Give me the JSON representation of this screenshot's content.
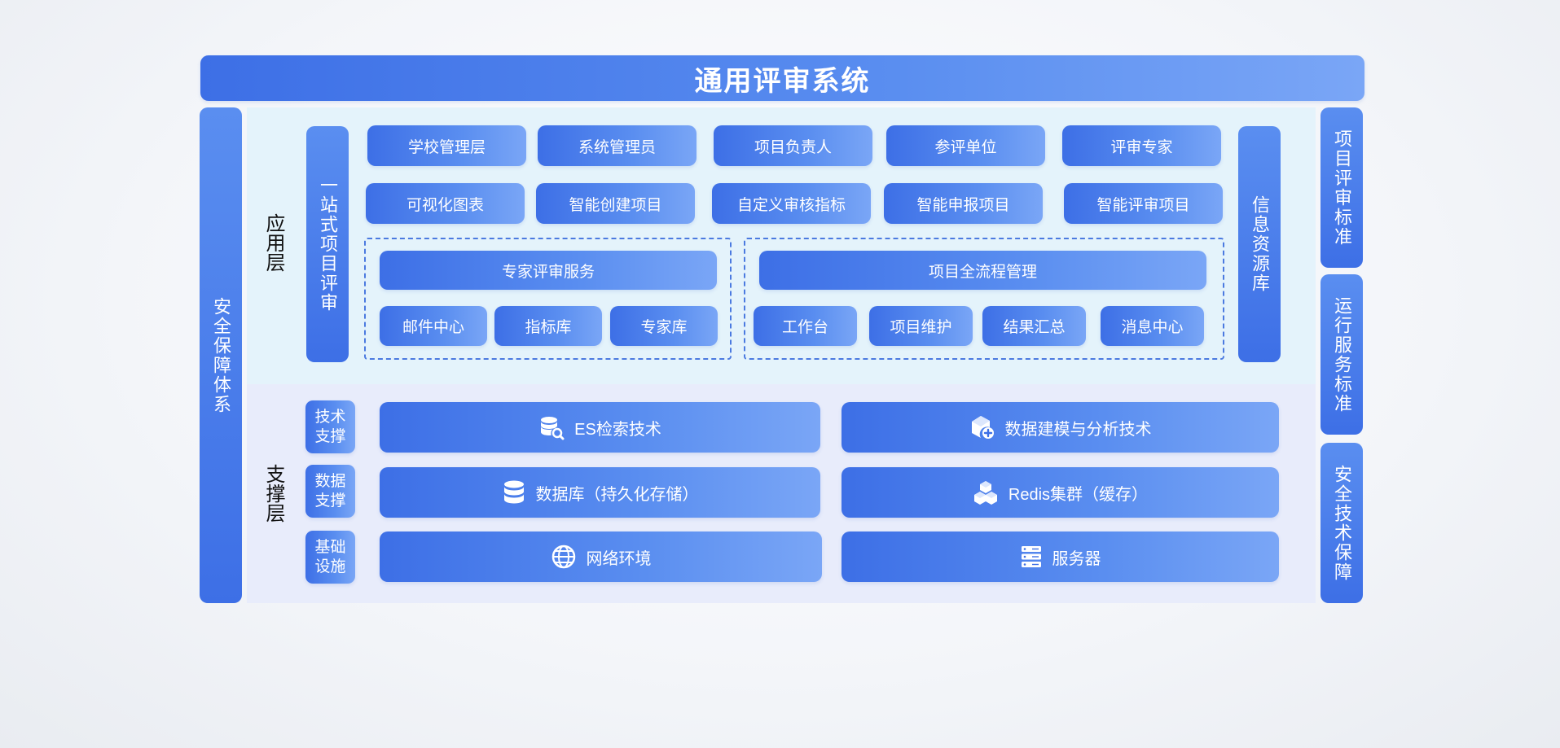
{
  "title": "通用评审系统",
  "left_pillar": "安全保障体系",
  "right_pillars": [
    "项目评审标准",
    "运行服务标准",
    "安全技术保障"
  ],
  "app_layer": {
    "label": "应用层",
    "left_column": "一站式项目评审",
    "right_column": "信息资源库",
    "row1": [
      "学校管理层",
      "系统管理员",
      "项目负责人",
      "参评单位",
      "评审专家"
    ],
    "row2": [
      "可视化图表",
      "智能创建项目",
      "自定义审核指标",
      "智能申报项目",
      "智能评审项目"
    ],
    "expert_group": {
      "title": "专家评审服务",
      "items": [
        "邮件中心",
        "指标库",
        "专家库"
      ]
    },
    "project_group": {
      "title": "项目全流程管理",
      "items": [
        "工作台",
        "项目维护",
        "结果汇总",
        "消息中心"
      ]
    }
  },
  "support_layer": {
    "label": "支撑层",
    "rows": [
      {
        "label": "技术支撑",
        "left": {
          "text": "ES检索技术",
          "icon": "database-search-icon"
        },
        "right": {
          "text": "数据建模与分析技术",
          "icon": "cube-plus-icon"
        }
      },
      {
        "label": "数据支撑",
        "left": {
          "text": "数据库（持久化存储）",
          "icon": "database-icon"
        },
        "right": {
          "text": "Redis集群（缓存）",
          "icon": "cubes-icon"
        }
      },
      {
        "label": "基础设施",
        "left": {
          "text": "网络环境",
          "icon": "globe-icon"
        },
        "right": {
          "text": "服务器",
          "icon": "server-icon"
        }
      }
    ]
  }
}
